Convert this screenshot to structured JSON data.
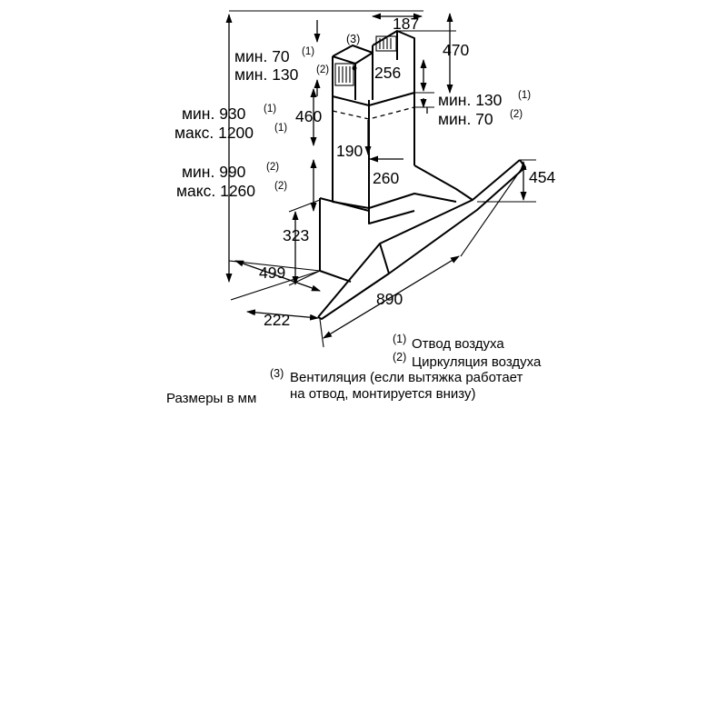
{
  "dimensions": {
    "d187": "187",
    "d470": "470",
    "d256": "256",
    "d460": "460",
    "d190": "190",
    "d260": "260",
    "d454": "454",
    "d323": "323",
    "d499": "499",
    "d890": "890",
    "d222": "222"
  },
  "height_labels": {
    "min70": "мин. 70",
    "min70_ref": "(1)",
    "min130": "мин. 130",
    "min130_ref": "(2)",
    "min930": "мин. 930",
    "min930_ref": "(1)",
    "max1200": "макс. 1200",
    "max1200_ref": "(1)",
    "min990": "мин. 990",
    "min990_ref": "(2)",
    "max1260": "макс. 1260",
    "max1260_ref": "(2)",
    "right_min130": "мин. 130",
    "right_min130_ref": "(1)",
    "right_min70": "мин. 70",
    "right_min70_ref": "(2)",
    "vent_ref": "(3)"
  },
  "legend": {
    "item1_ref": "(1)",
    "item1_text": "Отвод воздуха",
    "item2_ref": "(2)",
    "item2_text": "Циркуляция воздуха",
    "item3_ref": "(3)",
    "item3_line1": "Вентиляция (если вытяжка работает",
    "item3_line2": "на отвод, монтируется внизу)"
  },
  "units_note": "Размеры в мм"
}
